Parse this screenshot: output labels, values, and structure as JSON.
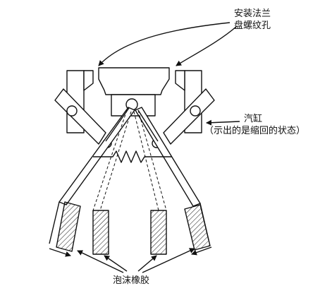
{
  "labels": {
    "flange_line1": "安装法兰",
    "flange_line2": "盘螺纹孔",
    "cylinder_line1": "汽缸",
    "cylinder_line2": "（示出的是缩回的状态）",
    "foam": "泡沫橡胶"
  },
  "colors": {
    "stroke": "#111111",
    "background": "#ffffff"
  }
}
